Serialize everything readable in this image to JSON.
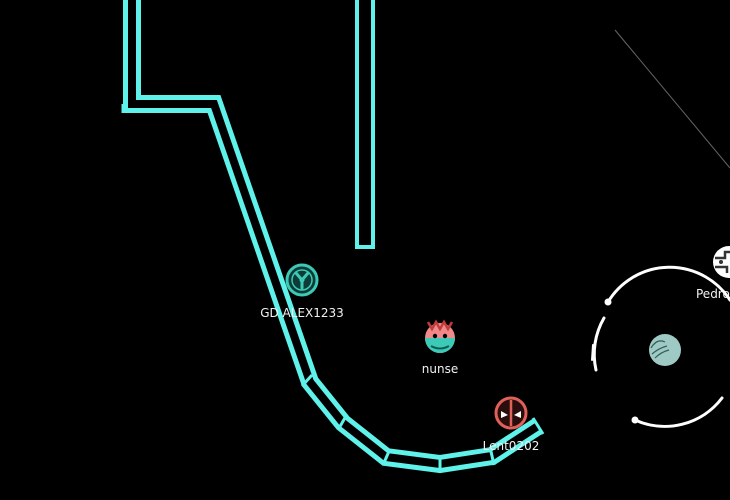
{
  "colors": {
    "background": "#000000",
    "track_wall": "#5ef2ea",
    "player_label": "#f2f2f2",
    "orbit_ring": "#ffffff",
    "self_player": "#9ec9c4",
    "teal_player": "#3cc9b6",
    "red_player": "#e0605a",
    "pink_player": "#f08a8a"
  },
  "players": [
    {
      "name": "GD ALEX1233",
      "avatar_icon": "triple-claw-emblem-icon",
      "color": "#3cc9b6"
    },
    {
      "name": "nunse",
      "avatar_icon": "creature-face-icon",
      "color": "#f08a8a"
    },
    {
      "name": "Lent0202",
      "avatar_icon": "masked-face-icon",
      "color": "#e0605a"
    },
    {
      "name": "Pedro",
      "avatar_icon": "patterned-orb-icon",
      "color": "#ffffff"
    }
  ],
  "self_player": {
    "avatar_icon": "self-ball-icon",
    "color": "#9ec9c4"
  }
}
